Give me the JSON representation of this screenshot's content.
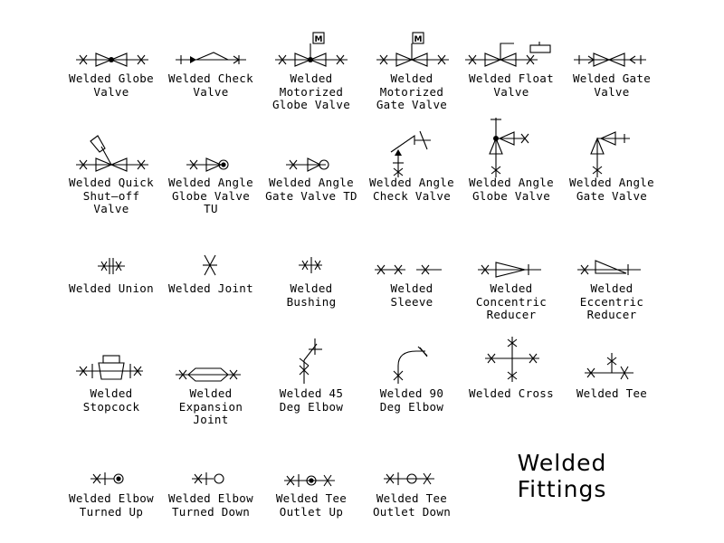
{
  "sheet": {
    "title": "Welded\nFittings",
    "motor_marker": "M"
  },
  "fittings": [
    {
      "label": "Welded  Globe\nValve",
      "icon": "globe-valve-icon"
    },
    {
      "label": "Welded  Check\nValve",
      "icon": "check-valve-icon"
    },
    {
      "label": "Welded\nMotorized\nGlobe Valve",
      "icon": "motorized-globe-valve-icon"
    },
    {
      "label": "Welded\nMotorized\nGate  Valve",
      "icon": "motorized-gate-valve-icon"
    },
    {
      "label": "Welded  Float\nValve",
      "icon": "float-valve-icon"
    },
    {
      "label": "Welded  Gate\nValve",
      "icon": "gate-valve-icon"
    },
    {
      "label": "Welded  Quick\nShut—off\nValve",
      "icon": "quick-shutoff-valve-icon"
    },
    {
      "label": "Welded  Angle\nGlobe Valve\nTU",
      "icon": "angle-globe-valve-tu-icon"
    },
    {
      "label": "Welded  Angle\nGate  Valve  TD",
      "icon": "angle-gate-valve-td-icon"
    },
    {
      "label": "Welded  Angle\nCheck Valve",
      "icon": "angle-check-valve-icon"
    },
    {
      "label": "Welded  Angle\nGlobe  Valve",
      "icon": "angle-globe-valve-icon"
    },
    {
      "label": "Welded  Angle\nGate  Valve",
      "icon": "angle-gate-valve-icon"
    },
    {
      "label": "Welded  Union",
      "icon": "union-icon"
    },
    {
      "label": "Welded  Joint",
      "icon": "joint-icon"
    },
    {
      "label": "Welded\nBushing",
      "icon": "bushing-icon"
    },
    {
      "label": "Welded\nSleeve",
      "icon": "sleeve-icon"
    },
    {
      "label": "Welded\nConcentric\nReducer",
      "icon": "concentric-reducer-icon"
    },
    {
      "label": "Welded\nEccentric\nReducer",
      "icon": "eccentric-reducer-icon"
    },
    {
      "label": "Welded\nStopcock",
      "icon": "stopcock-icon"
    },
    {
      "label": "Welded\nExpansion\nJoint",
      "icon": "expansion-joint-icon"
    },
    {
      "label": "Welded  45\nDeg  Elbow",
      "icon": "elbow-45-icon"
    },
    {
      "label": "Welded  90\nDeg  Elbow",
      "icon": "elbow-90-icon"
    },
    {
      "label": "Welded  Cross",
      "icon": "cross-icon"
    },
    {
      "label": "Welded  Tee",
      "icon": "tee-icon"
    },
    {
      "label": "Welded  Elbow\nTurned  Up",
      "icon": "elbow-turned-up-icon"
    },
    {
      "label": "Welded  Elbow\nTurned  Down",
      "icon": "elbow-turned-down-icon"
    },
    {
      "label": "Welded  Tee\nOutlet  Up",
      "icon": "tee-outlet-up-icon"
    },
    {
      "label": "Welded  Tee\nOutlet  Down",
      "icon": "tee-outlet-down-icon"
    }
  ]
}
